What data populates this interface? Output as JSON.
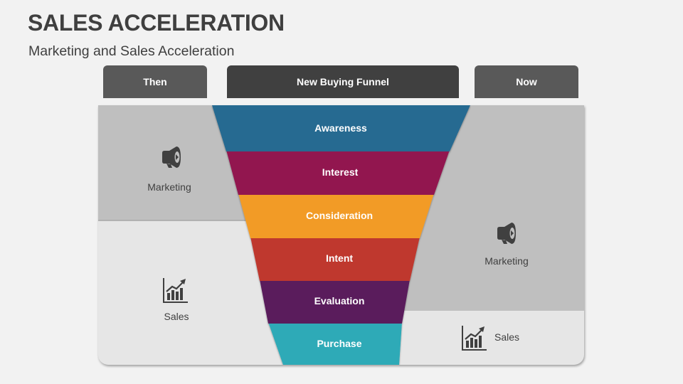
{
  "title": "SALES ACCELERATION",
  "subtitle": "Marketing and Sales Acceleration",
  "headers": {
    "then": "Then",
    "funnel": "New Buying Funnel",
    "now": "Now"
  },
  "then_column": {
    "marketing": {
      "label": "Marketing",
      "icon": "megaphone-icon",
      "color": "#bfbfbf"
    },
    "sales": {
      "label": "Sales",
      "icon": "growth-chart-icon",
      "color": "#e6e6e6"
    }
  },
  "now_column": {
    "marketing": {
      "label": "Marketing",
      "icon": "megaphone-icon",
      "color": "#bfbfbf"
    },
    "sales": {
      "label": "Sales",
      "icon": "growth-chart-icon",
      "color": "#e6e6e6"
    }
  },
  "funnel": {
    "stages": [
      {
        "label": "Awareness",
        "color": "#266b91"
      },
      {
        "label": "Interest",
        "color": "#921350"
      },
      {
        "label": "Consideration",
        "color": "#f29b26"
      },
      {
        "label": "Intent",
        "color": "#bf382f"
      },
      {
        "label": "Evaluation",
        "color": "#5a1a5c"
      },
      {
        "label": "Purchase",
        "color": "#2eaab7"
      }
    ]
  },
  "colors": {
    "background": "#f2f2f2",
    "title_text": "#3f3f3f",
    "header_dark": "#404040",
    "header_medium": "#595959",
    "icon": "#404040"
  }
}
